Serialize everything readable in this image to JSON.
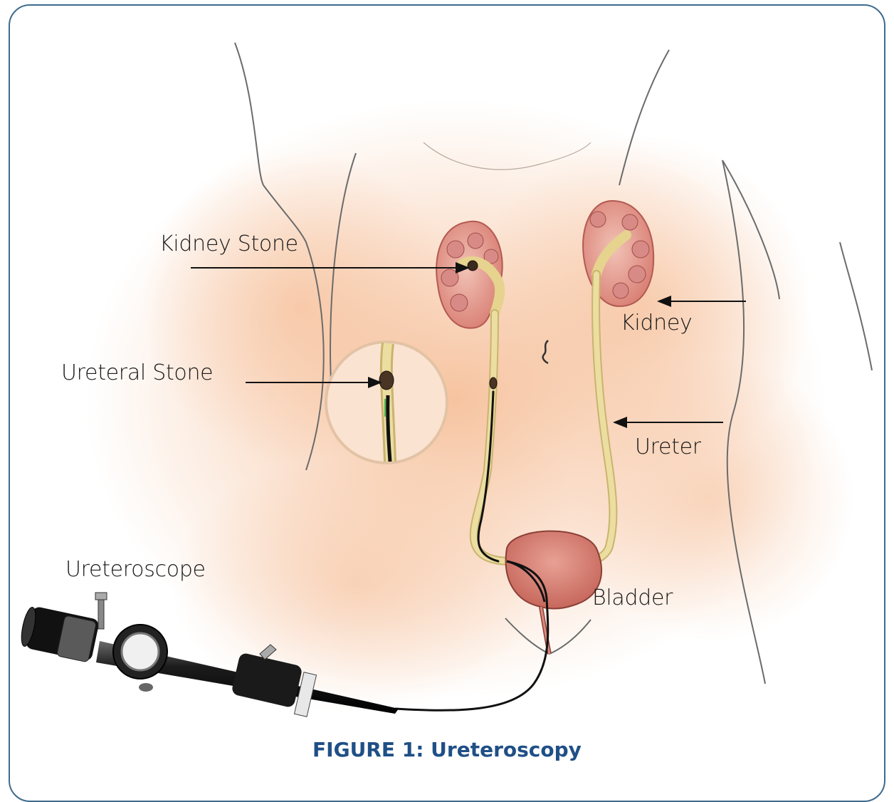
{
  "figure": {
    "caption": "FIGURE 1: Ureteroscopy"
  },
  "labels": {
    "kidney_stone": "Kidney Stone",
    "ureteral_stone": "Ureteral Stone",
    "kidney": "Kidney",
    "ureter": "Ureter",
    "bladder": "Bladder",
    "ureteroscope": "Ureteroscope"
  },
  "colors": {
    "frame_border": "#3d6b8e",
    "caption": "#1f4f86",
    "skin": "#f6c9a6",
    "kidney": "#e9a99a",
    "ureter": "#e8d79a",
    "bladder": "#d98a7c"
  }
}
